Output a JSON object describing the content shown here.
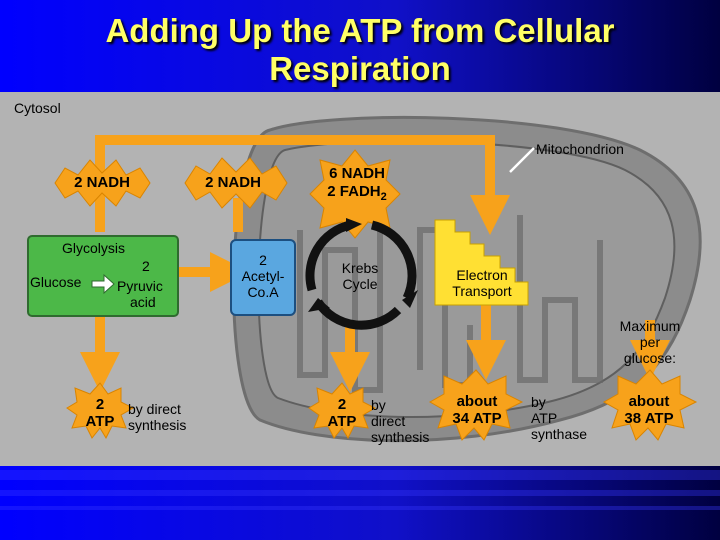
{
  "slide": {
    "title_line1": "Adding Up the ATP from Cellular",
    "title_line2": "Respiration"
  },
  "diagram": {
    "cytosol_label": "Cytosol",
    "mitochondrion_label": "Mitochondrion",
    "nadh_glycolysis": "2 NADH",
    "nadh_acetyl": "2 NADH",
    "krebs_products_line1": "6 NADH",
    "krebs_products_line2": "2 FADH",
    "krebs_products_sub": "2",
    "glycolysis": {
      "title": "Glycolysis",
      "glucose": "Glucose",
      "pyruvic_count": "2",
      "pyruvic_line1": "Pyruvic",
      "pyruvic_line2": "acid"
    },
    "acetyl_coa": {
      "count": "2",
      "line1": "Acetyl-",
      "line2": "Co.A"
    },
    "krebs_cycle": {
      "line1": "Krebs",
      "line2": "Cycle"
    },
    "electron_transport": {
      "line1": "Electron",
      "line2": "Transport"
    },
    "atp_glycolysis": {
      "count": "2",
      "unit": "ATP",
      "caption_line1": "by direct",
      "caption_line2": "synthesis"
    },
    "atp_krebs": {
      "count": "2",
      "unit": "ATP",
      "caption_line1": "by",
      "caption_line2": "direct",
      "caption_line3": "synthesis"
    },
    "atp_etc": {
      "line1": "about",
      "line2": "34 ATP",
      "caption_line1": "by",
      "caption_line2": "ATP",
      "caption_line3": "synthase"
    },
    "maximum": {
      "line1": "Maximum",
      "line2": "per",
      "line3": "glucose:"
    },
    "atp_total": {
      "line1": "about",
      "line2": "38 ATP"
    }
  },
  "colors": {
    "title": "#ffff66",
    "cytosol_panel": "#b3b3b3",
    "mitochondrion": "#8c8c8c",
    "glycolysis_box": "#4cb848",
    "acetyl_box": "#5aa7e0",
    "electron_transport": "#ffe033",
    "arrow": "#f7a21b",
    "starburst": "#f7a21b"
  }
}
